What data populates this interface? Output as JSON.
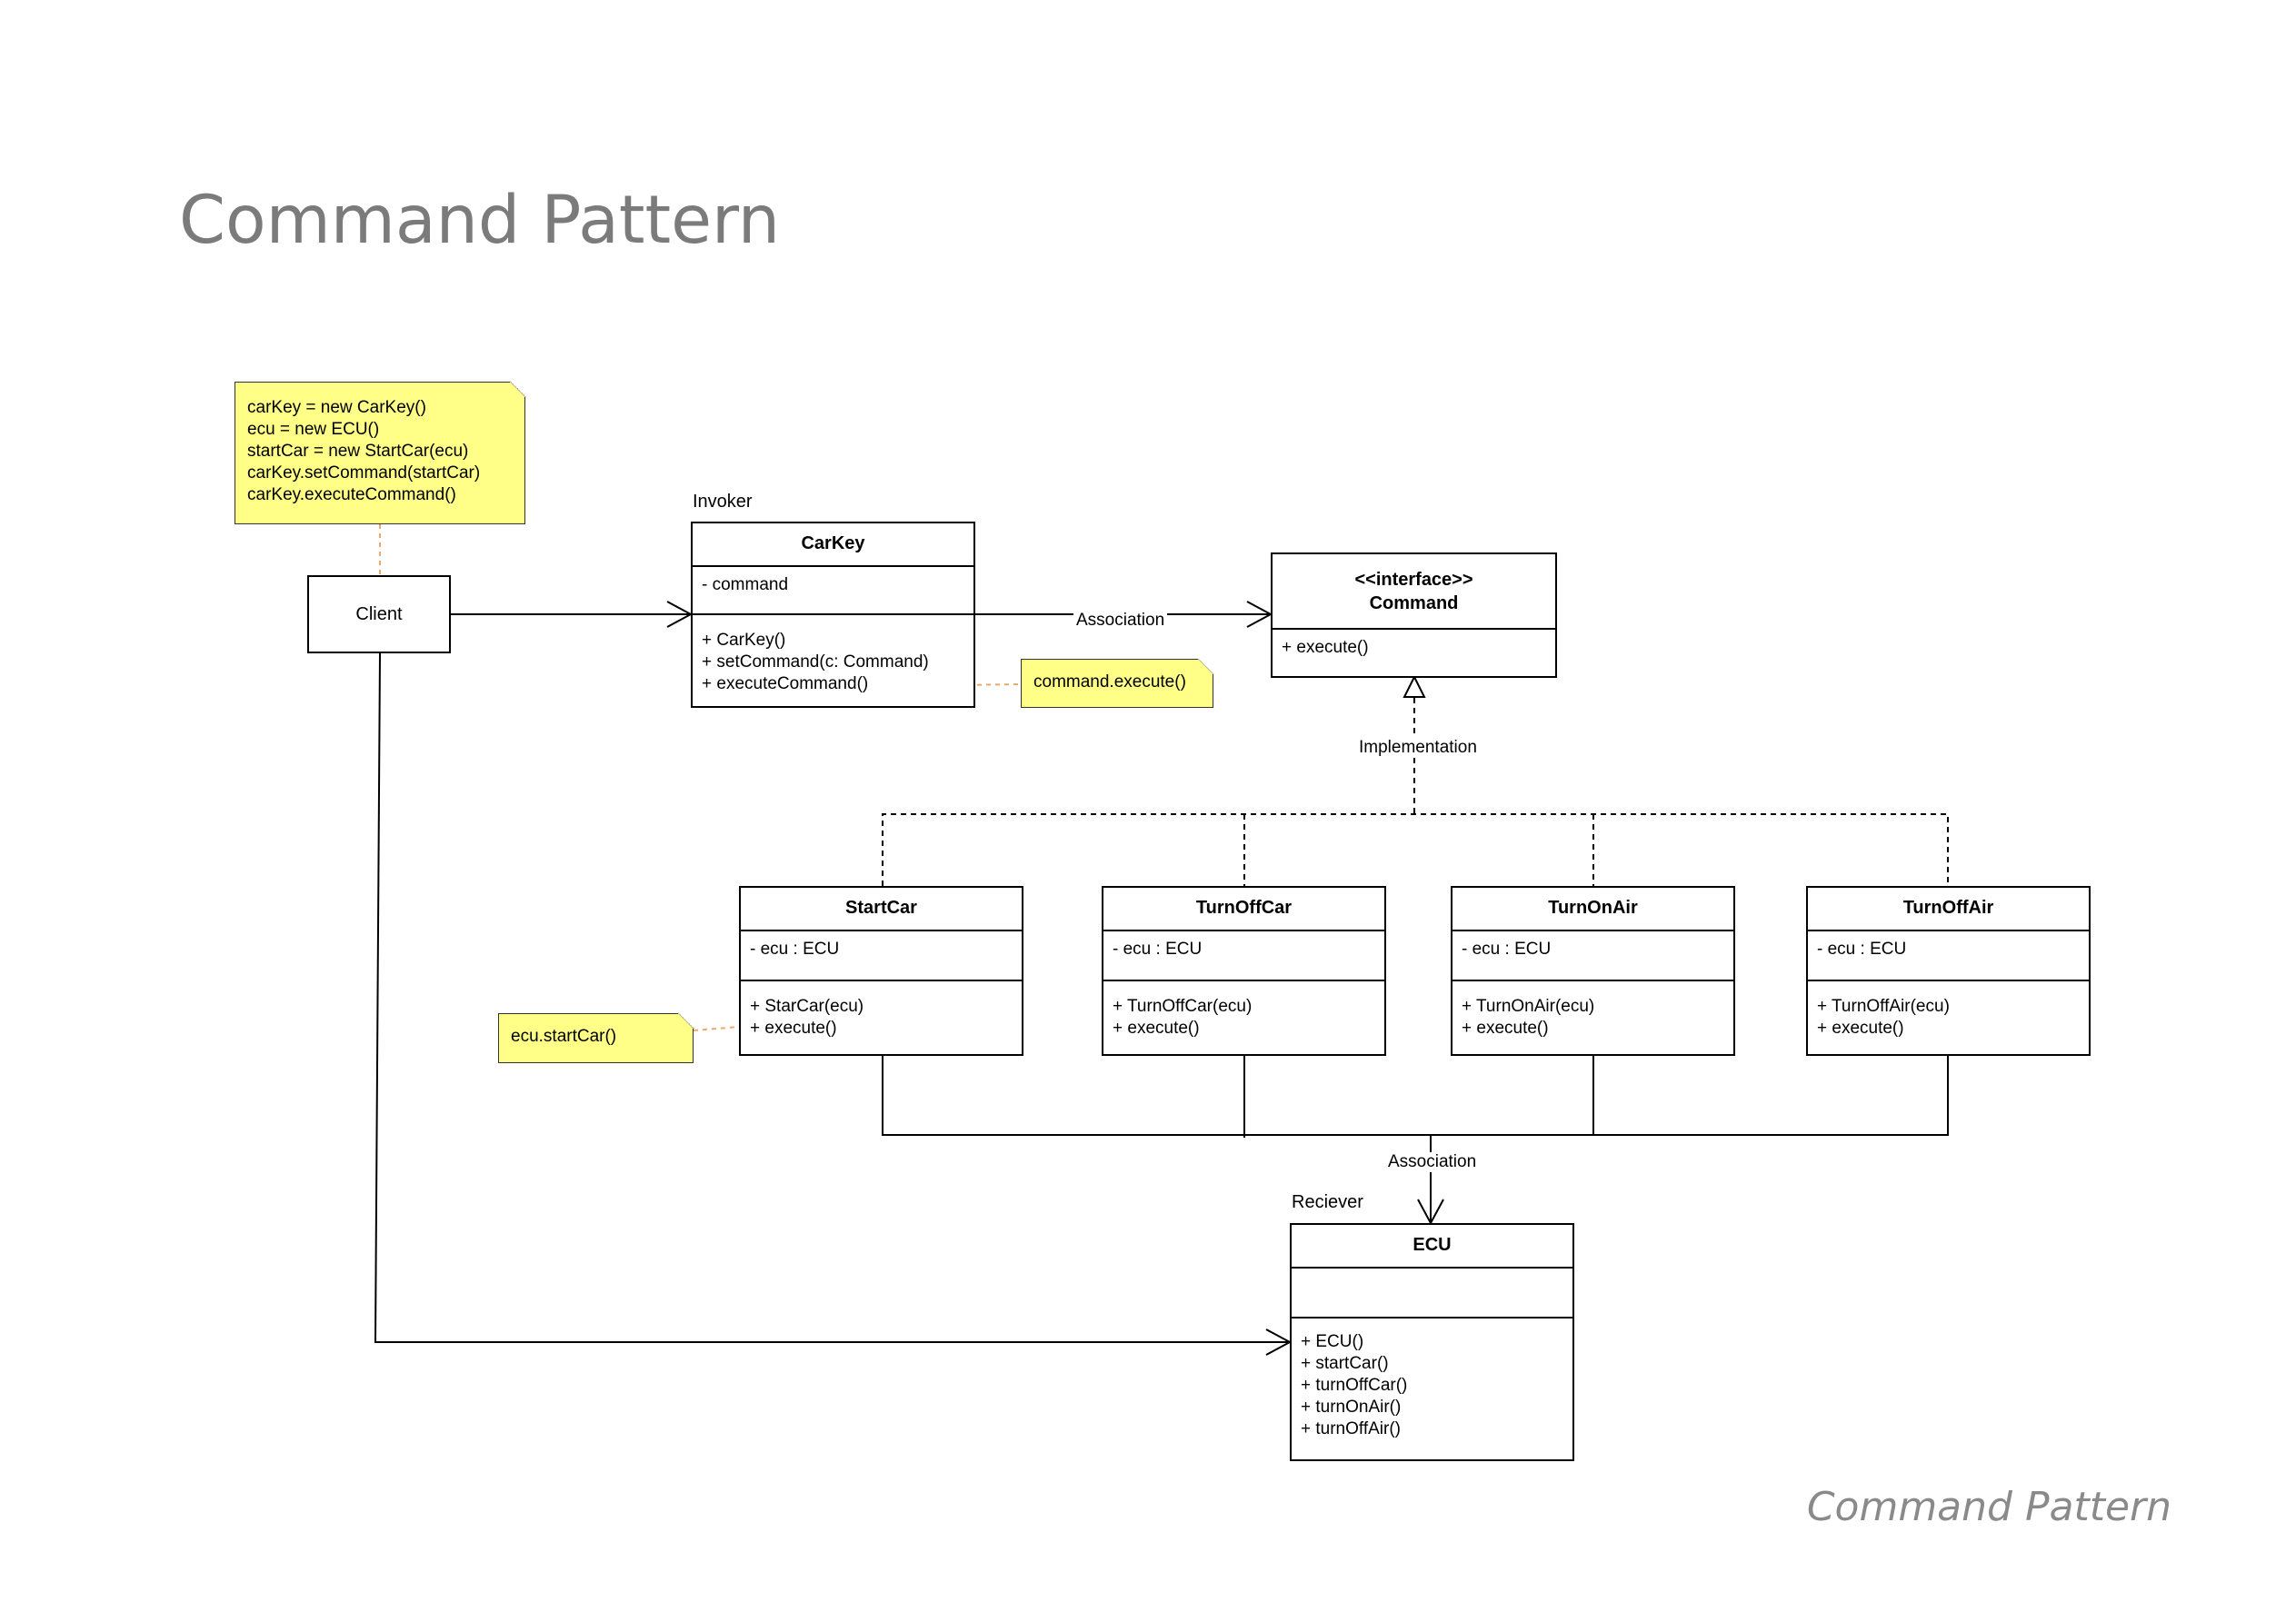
{
  "title": "Command Pattern",
  "footer": "Command Pattern",
  "client": {
    "label": "Client"
  },
  "client_note": {
    "lines": [
      "carKey = new CarKey()",
      "ecu = new ECU()",
      "startCar = new StartCar(ecu)",
      "carKey.setCommand(startCar)",
      "carKey.executeCommand()"
    ]
  },
  "invoker": {
    "stereotype": "Invoker",
    "name": "CarKey",
    "attributes": [
      "- command"
    ],
    "methods": [
      "+ CarKey()",
      "+ setCommand(c: Command)",
      "+ executeCommand()"
    ]
  },
  "invoker_note": {
    "text": "command.execute()"
  },
  "command": {
    "stereotype": "<<interface>>",
    "name": "Command",
    "methods": [
      "+ execute()"
    ]
  },
  "labels": {
    "association_top": "Association",
    "implementation": "Implementation",
    "association_bottom": "Association"
  },
  "concrete": [
    {
      "name": "StartCar",
      "attributes": [
        "- ecu : ECU"
      ],
      "methods": [
        "+ StarCar(ecu)",
        "+ execute()"
      ]
    },
    {
      "name": "TurnOffCar",
      "attributes": [
        "- ecu : ECU"
      ],
      "methods": [
        "+ TurnOffCar(ecu)",
        "+ execute()"
      ]
    },
    {
      "name": "TurnOnAir",
      "attributes": [
        "- ecu : ECU"
      ],
      "methods": [
        "+ TurnOnAir(ecu)",
        "+ execute()"
      ]
    },
    {
      "name": "TurnOffAir",
      "attributes": [
        "- ecu : ECU"
      ],
      "methods": [
        "+ TurnOffAir(ecu)",
        "+ execute()"
      ]
    }
  ],
  "startcar_note": {
    "text": "ecu.startCar()"
  },
  "receiver": {
    "stereotype": "Reciever",
    "name": "ECU",
    "attributes": [],
    "methods": [
      "+ ECU()",
      "+ startCar()",
      "+ turnOffCar()",
      "+ turnOnAir()",
      "+ turnOffAir()"
    ]
  },
  "colors": {
    "note_fill": "#ffff88",
    "note_link": "#e8a96a",
    "title": "#7b7b7b"
  }
}
